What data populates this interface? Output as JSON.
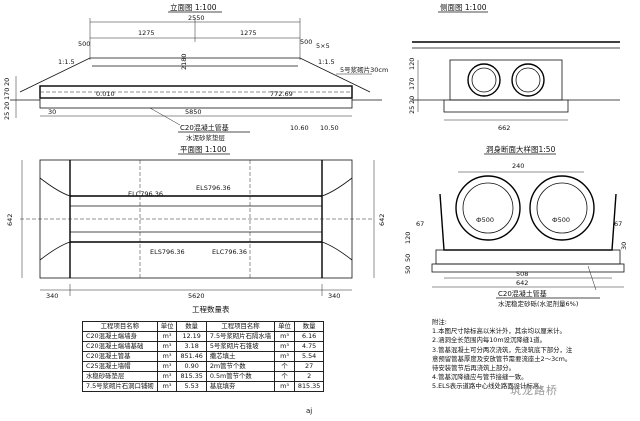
{
  "titles": {
    "elevation": "立面图 1:100",
    "side": "侧面图 1:100",
    "plan": "平面图 1:100",
    "section": "洞身断面大样图1:50",
    "table": "工程数量表"
  },
  "elevation": {
    "dims_top": [
      "1275",
      "1275"
    ],
    "total": "2550",
    "label_500": "500",
    "slope_left": "1:1.5",
    "slope_right": "1:1.5",
    "dim_2180": "2180",
    "dim_5x5": "5×5",
    "note_slurry": "5号浆砌片30cm",
    "side_dims": [
      "20",
      "170",
      "20",
      "25"
    ],
    "base_dims": [
      "5850",
      "30"
    ],
    "levels": [
      "0.010",
      "772.69"
    ],
    "bottom_dims": [
      "10.60",
      "10.50"
    ],
    "pipe_label": "C20混凝土管基",
    "sand_label": "水泥砂浆垫层"
  },
  "side": {
    "dim_total": "662",
    "dims_left": [
      "120",
      "170",
      "20",
      "25"
    ]
  },
  "plan": {
    "labels": [
      "ELC796.36",
      "ELS796.36",
      "ELS796.36",
      "ELC796.36"
    ],
    "dims_bottom": [
      "340",
      "5620",
      "340"
    ],
    "dim_left": "642",
    "dim_right": "642"
  },
  "section": {
    "dim_top": "240",
    "pipe_left": "Ф500",
    "pipe_right": "Ф500",
    "dims_left": [
      "67",
      "120",
      "50",
      "50"
    ],
    "dims_right": [
      "67",
      "30"
    ],
    "dim_508": "508",
    "dim_642": "642",
    "base_label": "C20混凝土管基",
    "sand_label": "水泥稳定砂砾(水泥剂量6%)"
  },
  "table": {
    "headers": [
      "工程项目名称",
      "单位",
      "数量",
      "工程项目名称",
      "单位",
      "数量"
    ],
    "rows": [
      [
        "C20混凝土端墙身",
        "m³",
        "12.19",
        "7.5号浆砌片石隔水墙",
        "m³",
        "6.16"
      ],
      [
        "C20混凝土端墙基础",
        "m³",
        "3.18",
        "5号浆砌片石锥坡",
        "m³",
        "4.75"
      ],
      [
        "C20混凝土管基",
        "m³",
        "851.46",
        "撒芯填土",
        "m³",
        "5.54"
      ],
      [
        "C25混凝土墙帽",
        "m³",
        "0.90",
        "2m管节个数",
        "个",
        "27"
      ],
      [
        "水稳砂砾垫层",
        "m³",
        "815.35",
        "0.5m管节个数",
        "个",
        "2"
      ],
      [
        "7.5号浆砌片石洞口铺砌",
        "m³",
        "5.53",
        "基底填夯",
        "m³",
        "815.35"
      ]
    ]
  },
  "notes": {
    "heading": "附注:",
    "lines": [
      "1.本图尺寸除标高以米计外，其余均以厘米计。",
      "2.涵洞全长范围内每10m设沉降缝1道。",
      "3.管基混凝土可分两次浇筑，先浇筑底下部分，注",
      "   意预留管基厚度及安放管节需要流座土2～3cm。",
      "   待安装管节后再浇筑上部分。",
      "4.管基沉降缝应与管节接缝一致。",
      "5.ELS表示道路中心线处路面设计标高。"
    ]
  },
  "page_code": "aj",
  "watermark": "筑龙路桥"
}
